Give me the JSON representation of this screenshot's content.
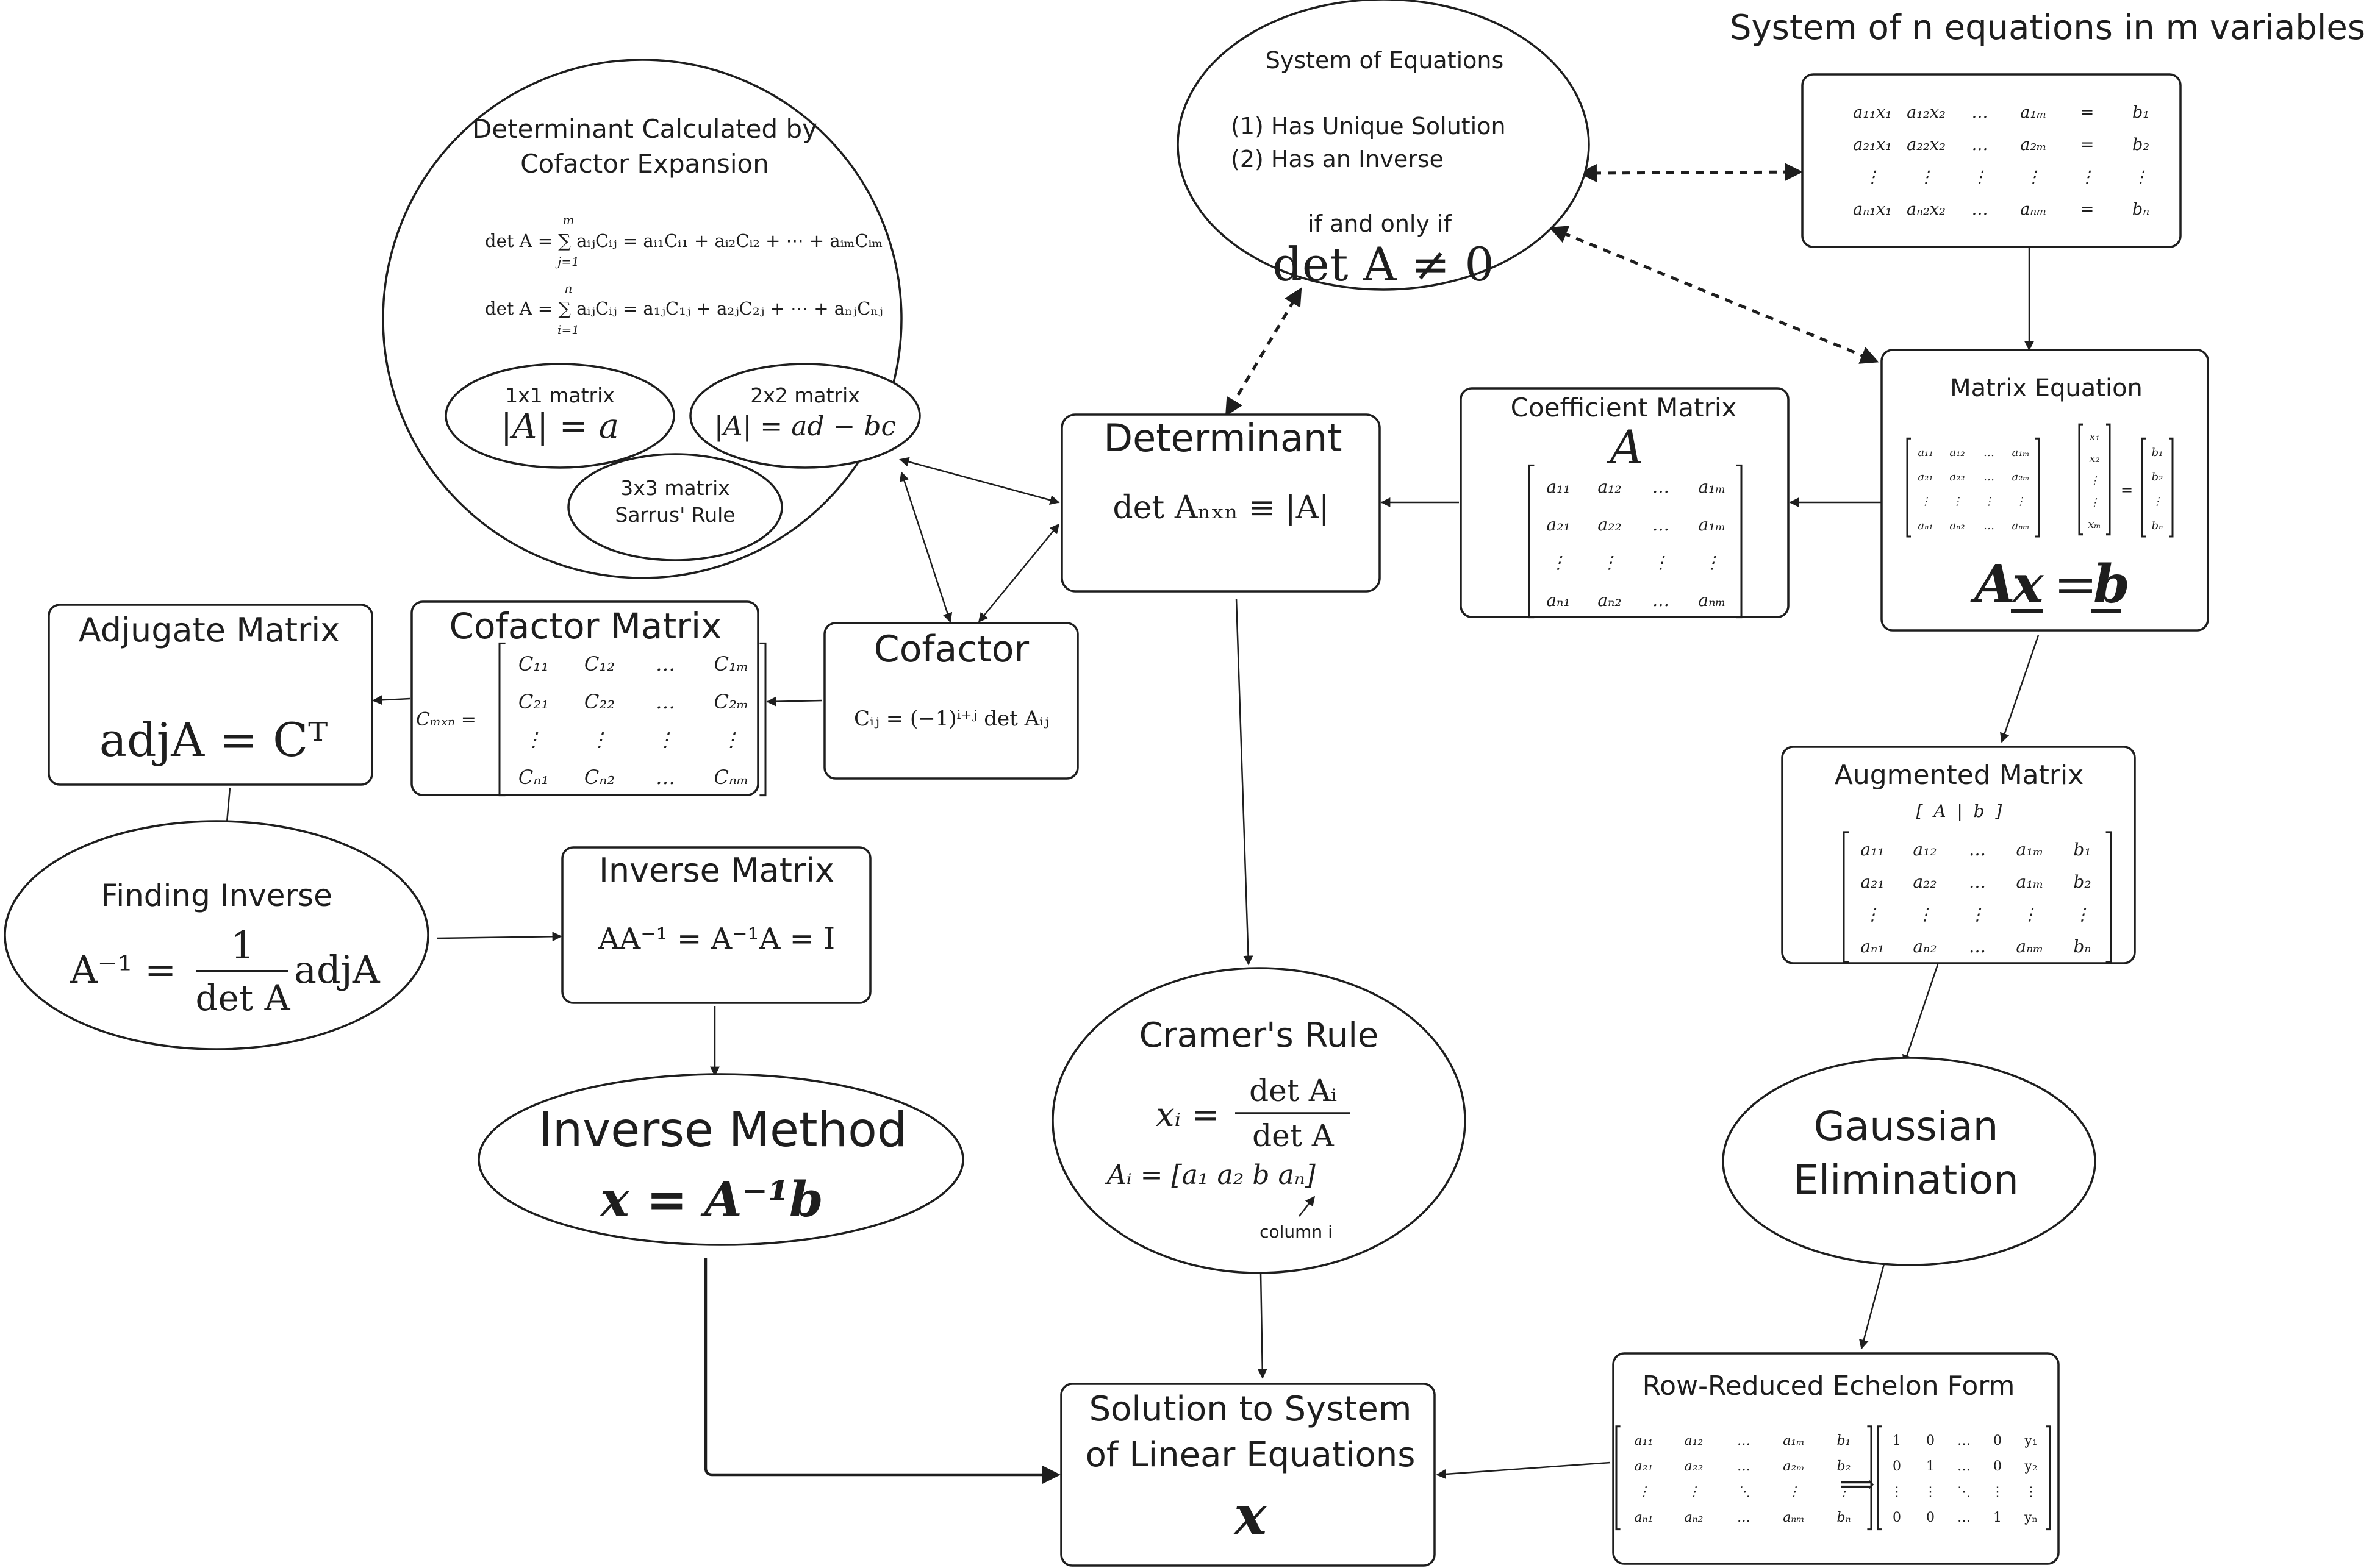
{
  "page_title": "System of n equations in m variables",
  "system_of_equations": {
    "title": "System of Equations",
    "item1": "(1) Has Unique Solution",
    "item2": "(2) Has an Inverse",
    "condition": "if and only if",
    "formula": "det A ≠ 0"
  },
  "system_matrix": {
    "rows": [
      [
        "a₁₁x₁",
        "a₁₂x₂",
        "…",
        "a₁ₘ",
        "=",
        "b₁"
      ],
      [
        "a₂₁x₁",
        "a₂₂x₂",
        "…",
        "a₂ₘ",
        "=",
        "b₂"
      ],
      [
        "⋮",
        "⋮",
        "⋮",
        "⋮",
        "⋮",
        "⋮"
      ],
      [
        "aₙ₁x₁",
        "aₙ₂x₂",
        "…",
        "aₙₘ",
        "=",
        "bₙ"
      ]
    ]
  },
  "determinant_expansion": {
    "title_line1": "Determinant Calculated by",
    "title_line2": "Cofactor Expansion",
    "formula_row": "det A = ∑ aᵢⱼCᵢⱼ = aᵢ₁Cᵢ₁ + aᵢ₂Cᵢ₂ + ⋯ + aᵢₘCᵢₘ",
    "formula_row_upper": "m",
    "formula_row_lower": "j=1",
    "formula_col": "det A = ∑ aᵢⱼCᵢⱼ = a₁ⱼC₁ⱼ + a₂ⱼC₂ⱼ + ⋯ + aₙⱼCₙⱼ",
    "formula_col_upper": "n",
    "formula_col_lower": "i=1"
  },
  "one_by_one": {
    "label": "1x1 matrix",
    "formula": "|A| = a"
  },
  "two_by_two": {
    "label": "2x2 matrix",
    "formula": "|A| = ad − bc"
  },
  "three_by_three": {
    "label": "3x3 matrix",
    "rule": "Sarrus' Rule"
  },
  "determinant": {
    "title": "Determinant",
    "formula": "det Aₙₓₙ ≡ |A|"
  },
  "coefficient_matrix": {
    "title": "Coefficient Matrix",
    "symbol": "A",
    "rows": [
      [
        "a₁₁",
        "a₁₂",
        "…",
        "a₁ₘ"
      ],
      [
        "a₂₁",
        "a₂₂",
        "…",
        "a₁ₘ"
      ],
      [
        "⋮",
        "⋮",
        "⋮",
        "⋮"
      ],
      [
        "aₙ₁",
        "aₙ₂",
        "…",
        "aₙₘ"
      ]
    ]
  },
  "matrix_equation": {
    "title": "Matrix Equation",
    "rows": [
      [
        "a₁₁",
        "a₁₂",
        "…",
        "a₁ₘ"
      ],
      [
        "a₂₁",
        "a₂₂",
        "…",
        "a₂ₘ"
      ],
      [
        "⋮",
        "⋮",
        "⋮",
        "⋮"
      ],
      [
        "aₙ₁",
        "aₙ₂",
        "…",
        "aₙₘ"
      ]
    ],
    "x_vector": [
      "x₁",
      "x₂",
      "⋮",
      "⋮",
      "xₘ"
    ],
    "b_vector": [
      "b₁",
      "b₂",
      "⋮",
      "bₙ"
    ],
    "equals": "=",
    "formula_A": "A",
    "formula_x": "x",
    "formula_eq": "=",
    "formula_b": "b"
  },
  "adjugate_matrix": {
    "title": "Adjugate Matrix",
    "formula": "adjA = Cᵀ"
  },
  "cofactor_matrix": {
    "title": "Cofactor Matrix",
    "prefix": "Cₘₓₙ =",
    "rows": [
      [
        "C₁₁",
        "C₁₂",
        "…",
        "C₁ₘ"
      ],
      [
        "C₂₁",
        "C₂₂",
        "…",
        "C₂ₘ"
      ],
      [
        "⋮",
        "⋮",
        "⋮",
        "⋮"
      ],
      [
        "Cₙ₁",
        "Cₙ₂",
        "…",
        "Cₙₘ"
      ]
    ]
  },
  "cofactor": {
    "title": "Cofactor",
    "formula": "Cᵢⱼ = (−1)ⁱ⁺ʲ det Aᵢⱼ"
  },
  "finding_inverse": {
    "title": "Finding Inverse",
    "lhs": "A⁻¹ =",
    "numerator": "1",
    "denominator": "det A",
    "rhs": "adjA"
  },
  "inverse_matrix": {
    "title": "Inverse Matrix",
    "formula": "AA⁻¹ = A⁻¹A = I"
  },
  "inverse_method": {
    "title": "Inverse Method",
    "formula": "x = A⁻¹b"
  },
  "cramers_rule": {
    "title": "Cramer's Rule",
    "lhs": "xᵢ =",
    "numerator": "det Aᵢ",
    "denominator": "det A",
    "columns": "Aᵢ = [a₁   a₂   b   aₙ]",
    "note": "column i"
  },
  "augmented_matrix": {
    "title": "Augmented Matrix",
    "notation": "[  A  |  b  ]",
    "rows": [
      [
        "a₁₁",
        "a₁₂",
        "…",
        "a₁ₘ",
        "b₁"
      ],
      [
        "a₂₁",
        "a₂₂",
        "…",
        "a₁ₘ",
        "b₂"
      ],
      [
        "⋮",
        "⋮",
        "⋮",
        "⋮",
        "⋮"
      ],
      [
        "aₙ₁",
        "aₙ₂",
        "…",
        "aₙₘ",
        "bₙ"
      ]
    ]
  },
  "gaussian_elimination": {
    "line1": "Gaussian",
    "line2": "Elimination"
  },
  "rref": {
    "title": "Row-Reduced Echelon Form",
    "left_rows": [
      [
        "a₁₁",
        "a₁₂",
        "…",
        "a₁ₘ",
        "b₁"
      ],
      [
        "a₂₁",
        "a₂₂",
        "…",
        "a₂ₘ",
        "b₂"
      ],
      [
        "⋮",
        "⋮",
        "⋱",
        "⋮",
        "⋮"
      ],
      [
        "aₙ₁",
        "aₙ₂",
        "…",
        "aₙₘ",
        "bₙ"
      ]
    ],
    "arrow": "⟹",
    "right_rows": [
      [
        "1",
        "0",
        "…",
        "0",
        "y₁"
      ],
      [
        "0",
        "1",
        "…",
        "0",
        "y₂"
      ],
      [
        "⋮",
        "⋮",
        "⋱",
        "⋮",
        "⋮"
      ],
      [
        "0",
        "0",
        "…",
        "1",
        "yₙ"
      ]
    ]
  },
  "solution": {
    "line1": "Solution to System",
    "line2": "of Linear Equations",
    "symbol": "x"
  }
}
